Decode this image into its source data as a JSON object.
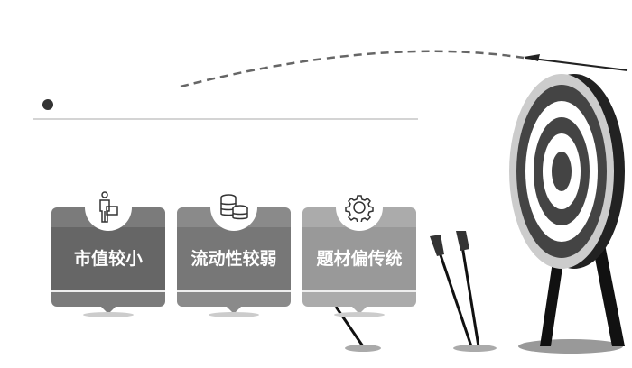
{
  "cards": [
    {
      "label": "市值较小",
      "icon": "businessman-icon",
      "outer": "#7b7b7b",
      "band": "#666666"
    },
    {
      "label": "流动性较弱",
      "icon": "coins-icon",
      "outer": "#8a8a8a",
      "band": "#777777"
    },
    {
      "label": "题材偏传统",
      "icon": "gear-icon",
      "outer": "#ababab",
      "band": "#999999"
    }
  ]
}
